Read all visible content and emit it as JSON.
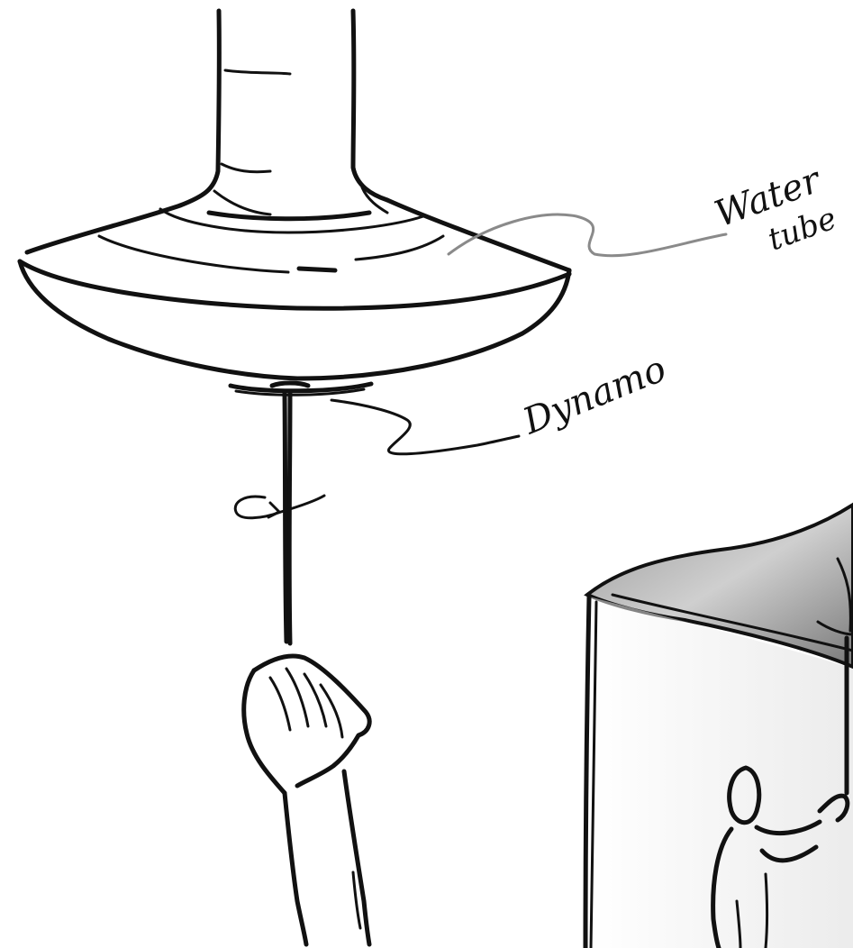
{
  "annotations": {
    "water_tube_line1": "Water",
    "water_tube_line2": "tube",
    "dynamo": "Dynamo"
  },
  "colors": {
    "ink": "#111111",
    "leader_line": "#8a8a8a",
    "box_shade": "#6f6f6f",
    "background": "#ffffff"
  }
}
